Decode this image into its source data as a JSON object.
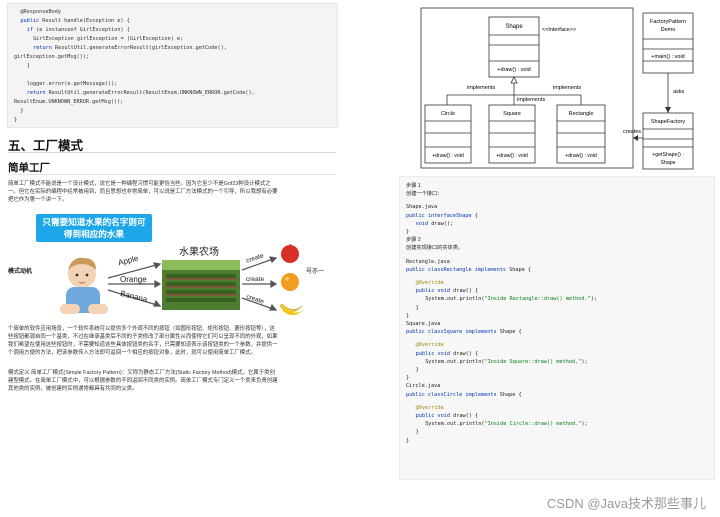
{
  "left": {
    "code_lines": [
      {
        "indent": 2,
        "text": "@ResponseBody"
      },
      {
        "indent": 2,
        "kw": "public",
        "text": " Result handle(Exception e) {"
      },
      {
        "indent": 4,
        "kw": "if",
        "text": " (e instanceof GirlException) {"
      },
      {
        "indent": 6,
        "text": "GirlException girlException = (GirlException) e;"
      },
      {
        "indent": 6,
        "kw": "return",
        "text": " ResultUtil.generateErrorResult(girlException.getCode(),"
      },
      {
        "indent": 0,
        "text": "girlException.getMsg());"
      },
      {
        "indent": 4,
        "text": "}"
      },
      {
        "indent": 0,
        "text": ""
      },
      {
        "indent": 4,
        "text": "logger.error(e.getMessage());"
      },
      {
        "indent": 4,
        "kw": "return",
        "text": " ResultUtil.generateErrorResult(ResultEnum.UNKNOWN_ERROR.getCode(),"
      },
      {
        "indent": 0,
        "text": "ResultEnum.UNKNOWN_ERROR.getMsg());"
      },
      {
        "indent": 2,
        "text": "}"
      },
      {
        "indent": 0,
        "text": "}"
      }
    ],
    "section_title": "五、工厂模式",
    "subsection_title": "简单工厂",
    "intro_lines": [
      "简单工厂模式不能说是一个设计模式，说它是一种编程习惯可能更恰当些。因为它至少不是Gof23种设计模式之",
      "一。但它在实际的编程中经常被用到，而且思想也非常简单，可以说是工厂方法模式的一个引导，所以我想有必要",
      "把它作为第一个讲一下。"
    ],
    "banner_lines": [
      "只需要知道水果的名字则可",
      "得到相应的水果"
    ],
    "motive_label": "模式动机",
    "farm_title": "水果农场",
    "arrow_labels": [
      "Apple",
      "Orange",
      "Banana"
    ],
    "create_label": "create",
    "factory_label": "号亦一",
    "desc_lines": [
      "个简单的软件应用场景，一个软件系统可以提供多个外观不同的按钮（如圆形按钮、矩形按钮、菱形按钮等），这",
      "些按钮都源自同一个基类，不过在继承基类后不同的子类修改了部分属性从而使得它们可以呈现不同的外观，如果",
      "我们希望在使用这些按钮时，不需要知道这些具体按钮类的名字，只需要知道表示该按钮类的一个参数，并提供一",
      "个调用方便的方法，把该参数传入方法即可返回一个相应的按钮对象，此时，就可以使用简单工厂模式。"
    ],
    "def_lines": [
      "模式定义 简单工厂模式(Simple Factory Pattern)：又称为静态工厂方法(Static Factory Method)模式，它属于类创",
      "建型模式。在简单工厂模式中，可以根据参数的不同返回不同类的实例。简单工厂模式专门定义一个类来负责创建",
      "其他类的实例，被创建的实例通常都具有共同的父类。"
    ]
  },
  "uml": {
    "interface_name": "Shape",
    "interface_stereotype": "<<Interface>>",
    "interface_method": "+draw() : void",
    "demo_name_lines": [
      "FactoryPattern",
      "Demo"
    ],
    "demo_method": "+main() : void",
    "asks_label": "asks",
    "implements_label": "implements",
    "classes": [
      {
        "name": "Circle",
        "method": "+draw() : void"
      },
      {
        "name": "Square",
        "method": "+draw() : void"
      },
      {
        "name": "Rectangle",
        "method": "+draw() : void"
      }
    ],
    "factory_name": "ShapeFactory",
    "factory_method_lines": [
      "+getShape() :",
      "Shape"
    ],
    "creates_label": "creates"
  },
  "steps": {
    "lines": [
      {
        "type": "cn",
        "text": "步骤 1"
      },
      {
        "type": "cn",
        "text": "创建一个接口："
      },
      {
        "type": "blank"
      },
      {
        "type": "code",
        "text": "Shape.java"
      },
      {
        "type": "code",
        "kw": "public interface",
        "cls": "Shape",
        "text": " {"
      },
      {
        "type": "code",
        "indent": 3,
        "kw": "void",
        "text": " draw();"
      },
      {
        "type": "code",
        "text": "}"
      },
      {
        "type": "cn",
        "text": "步骤 2"
      },
      {
        "type": "cn",
        "text": "创建实现接口的实体类。"
      },
      {
        "type": "blank"
      },
      {
        "type": "code",
        "text": "Rectangle.java"
      },
      {
        "type": "code",
        "kw": "public class",
        "cls": "Rectangle",
        "kw2": " implements",
        "text": " Shape {"
      },
      {
        "type": "blank"
      },
      {
        "type": "code",
        "indent": 3,
        "ann": "@Override"
      },
      {
        "type": "code",
        "indent": 3,
        "kw": "public void",
        "text": " draw() {"
      },
      {
        "type": "code",
        "indent": 6,
        "text": "System.out.println(",
        "str": "\"Inside Rectangle::draw() method.\"",
        "tail": ");"
      },
      {
        "type": "code",
        "indent": 3,
        "text": "}"
      },
      {
        "type": "code",
        "text": "}"
      },
      {
        "type": "code",
        "text": "Square.java"
      },
      {
        "type": "code",
        "kw": "public class",
        "cls": "Square",
        "kw2": " implements",
        "text": " Shape {"
      },
      {
        "type": "blank"
      },
      {
        "type": "code",
        "indent": 3,
        "ann": "@Override"
      },
      {
        "type": "code",
        "indent": 3,
        "kw": "public void",
        "text": " draw() {"
      },
      {
        "type": "code",
        "indent": 6,
        "text": "System.out.println(",
        "str": "\"Inside Square::draw() method.\"",
        "tail": ");"
      },
      {
        "type": "code",
        "indent": 3,
        "text": "}"
      },
      {
        "type": "code",
        "text": "}"
      },
      {
        "type": "code",
        "text": "Circle.java"
      },
      {
        "type": "code",
        "kw": "public class",
        "cls": "Circle",
        "kw2": " implements",
        "text": " Shape {"
      },
      {
        "type": "blank"
      },
      {
        "type": "code",
        "indent": 3,
        "ann": "@Override"
      },
      {
        "type": "code",
        "indent": 3,
        "kw": "public void",
        "text": " draw() {"
      },
      {
        "type": "code",
        "indent": 6,
        "text": "System.out.println(",
        "str": "\"Inside Circle::draw() method.\"",
        "tail": ");"
      },
      {
        "type": "code",
        "indent": 3,
        "text": "}"
      },
      {
        "type": "code",
        "text": "}"
      }
    ]
  },
  "watermark": "CSDN @Java技术那些事儿",
  "colors": {
    "banner": "#1ea7e8",
    "keyword": "#0033b3",
    "string": "#067d17"
  }
}
